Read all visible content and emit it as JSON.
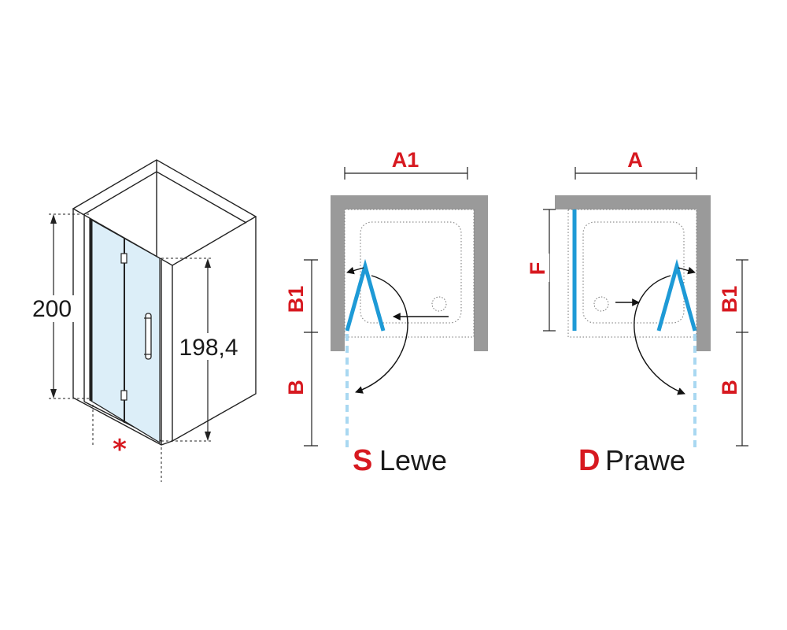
{
  "perspective": {
    "height_total": "200",
    "height_door": "198,4",
    "asterisk": "*"
  },
  "left_plan": {
    "width_label": "A1",
    "depth_label_b1": "B1",
    "depth_label_b": "B",
    "caption_letter": "S",
    "caption_word": "Lewe"
  },
  "right_plan": {
    "width_label": "A",
    "fixed_label": "F",
    "depth_label_b1": "B1",
    "depth_label_b": "B",
    "caption_letter": "D",
    "caption_word": "Prawe"
  },
  "colors": {
    "glass_blue": "#1e9ad6",
    "glass_light": "#a9d8f1",
    "wall_gray": "#9a9a9a",
    "label_red": "#d71920"
  }
}
